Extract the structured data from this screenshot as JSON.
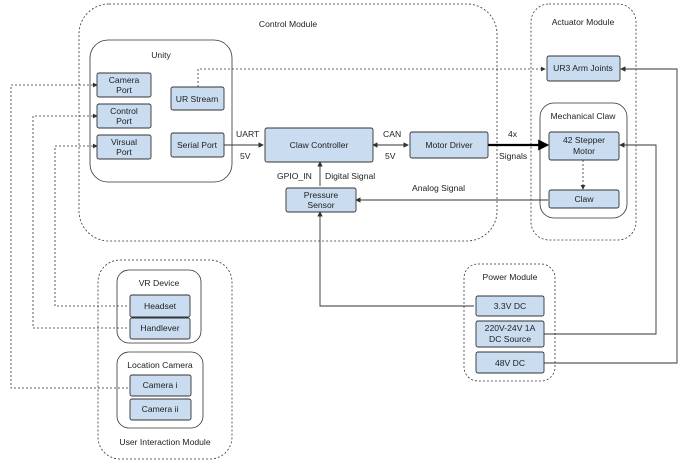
{
  "modules": {
    "control": "Control Module",
    "unity": "Unity",
    "actuator": "Actuator Module",
    "mechanical_claw": "Mechanical Claw",
    "user_interaction": "User Interaction Module",
    "vr_device": "VR Device",
    "location_camera": "Location Camera",
    "power": "Power Module"
  },
  "boxes": {
    "camera_port": [
      "Camera",
      "Port"
    ],
    "control_port": [
      "Control",
      "Port"
    ],
    "virsual_port": [
      "Virsual",
      "Port"
    ],
    "ur_stream": "UR Stream",
    "serial_port": "Serial Port",
    "claw_controller": "Claw Controller",
    "motor_driver": "Motor Driver",
    "pressure_sensor": [
      "Pressure",
      "Sensor"
    ],
    "ur3_arm_joints": "UR3 Arm Joints",
    "stepper_motor": [
      "42 Stepper",
      "Motor"
    ],
    "claw": "Claw",
    "headset": "Headset",
    "handlever": "Handlever",
    "camera_i": "Camera i",
    "camera_ii": "Camera ii",
    "dc_33v": "3.3V DC",
    "dc_source": [
      "220V-24V 1A",
      "DC Source"
    ],
    "dc_48v": "48V DC"
  },
  "labels": {
    "uart": "UART",
    "uart_5v": "5V",
    "can": "CAN",
    "can_5v": "5V",
    "four_x": "4x",
    "signals": "Signals",
    "gpio_in": "GPIO_IN",
    "digital_signal": "Digital Signal",
    "analog_signal": "Analog Signal"
  }
}
